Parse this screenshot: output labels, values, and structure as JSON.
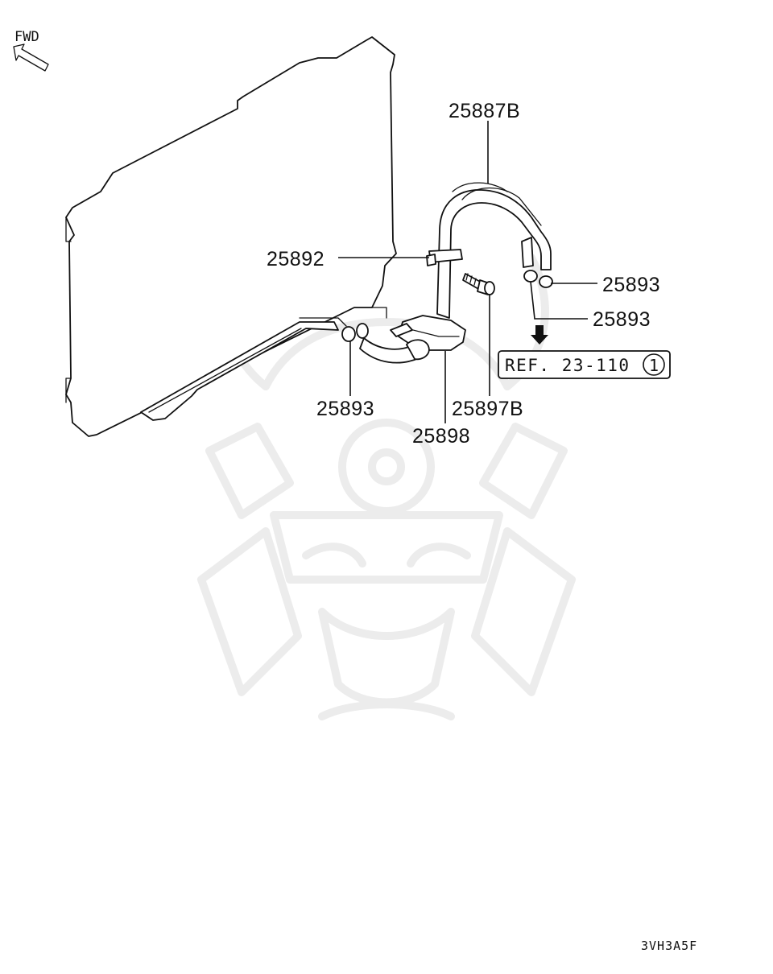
{
  "orientation": {
    "fwd_label": "FWD",
    "icon": "fwd-arrow-icon"
  },
  "parts": {
    "p25887B": "25887B",
    "p25892": "25892",
    "p25893_right_upper": "25893",
    "p25893_right_lower": "25893",
    "p25893_left": "25893",
    "p25897B": "25897B",
    "p25898": "25898"
  },
  "reference": {
    "text": "REF. 23-110",
    "circle_number": "1",
    "icon": "down-arrow-icon"
  },
  "diagram_code": "3VH3A5F",
  "watermark": {
    "icon": "samurai-helmet-watermark-icon"
  }
}
